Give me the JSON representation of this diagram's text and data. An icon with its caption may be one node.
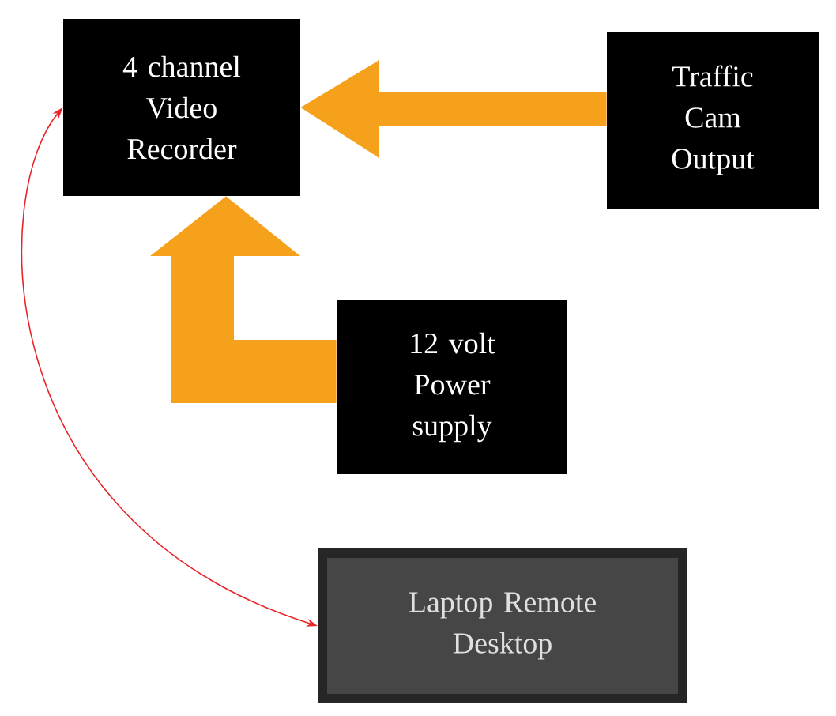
{
  "diagram": {
    "nodes": [
      {
        "text": [
          "4 channel Video Recorder"
        ]
      },
      {
        "text": [
          "Traffic Cam Output"
        ]
      },
      {
        "text": [
          "12 volt Power supply"
        ]
      },
      {
        "text": [
          "Laptop Remote Desktop"
        ]
      }
    ],
    "edges": [
      {
        "from": 1,
        "to": 0,
        "arrow": "to",
        "style": "thick"
      },
      {
        "from": 2,
        "to": 0,
        "arrow": "to",
        "style": "thick"
      },
      {
        "from": 3,
        "to": 0,
        "arrow": "both",
        "color": "#e8262a"
      }
    ]
  }
}
